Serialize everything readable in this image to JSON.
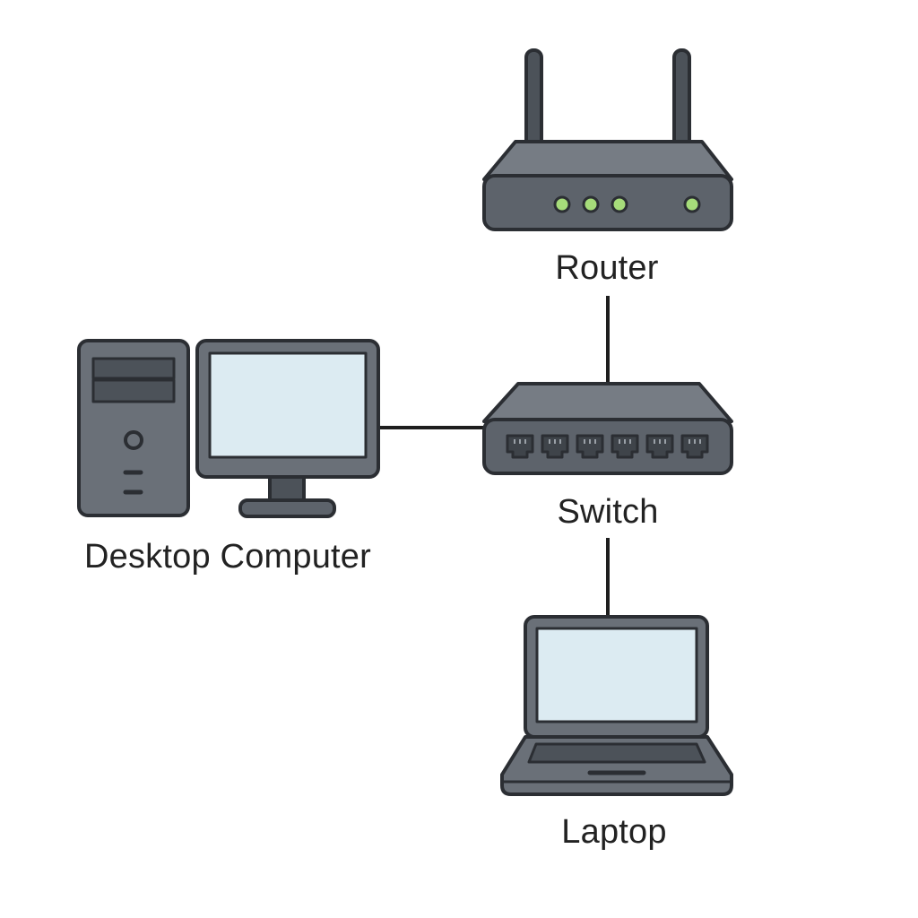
{
  "nodes": {
    "router": {
      "label": "Router",
      "icon": "router-icon",
      "led_color": "#a6dc7a"
    },
    "switch": {
      "label": "Switch",
      "icon": "network-switch-icon",
      "port_count": 6
    },
    "desktop": {
      "label": "Desktop Computer",
      "icon": "desktop-computer-icon"
    },
    "laptop": {
      "label": "Laptop",
      "icon": "laptop-icon"
    }
  },
  "connections": [
    {
      "from": "router",
      "to": "switch"
    },
    {
      "from": "desktop",
      "to": "switch"
    },
    {
      "from": "switch",
      "to": "laptop"
    }
  ],
  "colors": {
    "device_body": "#6a7078",
    "device_dark": "#4c5259",
    "outline": "#2b2e33",
    "screen": "#dcebf2",
    "link": "#1e1e1e"
  }
}
